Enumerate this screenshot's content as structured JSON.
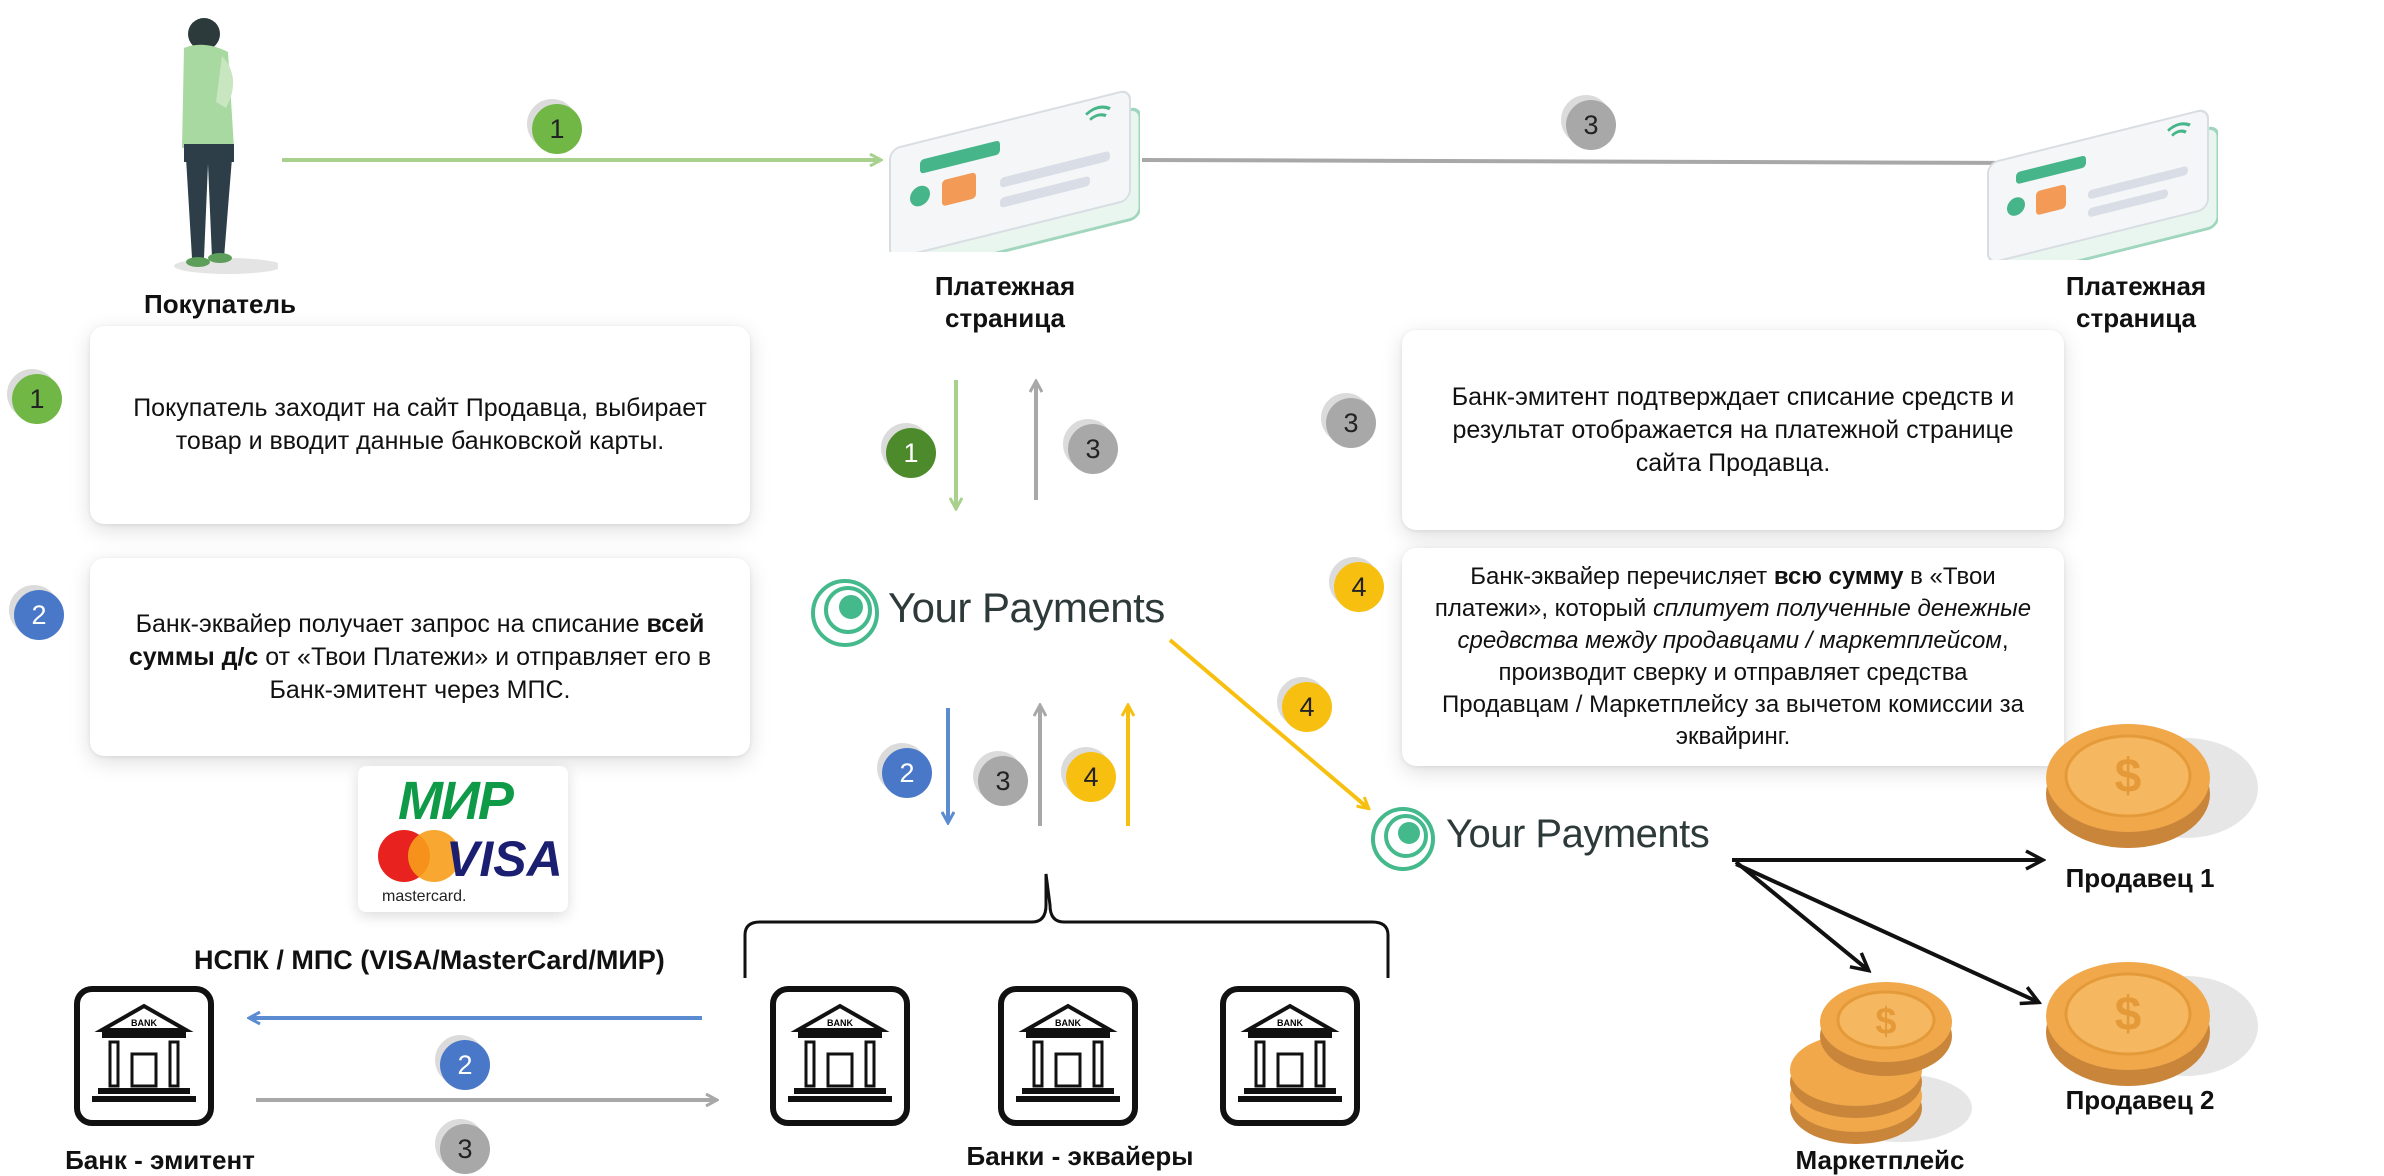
{
  "colors": {
    "green": "#70b745",
    "dark_green": "#4d8a2c",
    "blue": "#4a78c8",
    "gray": "#a8a8a8",
    "yellow": "#f7c010",
    "teal": "#3fae86"
  },
  "actors": {
    "buyer": "Покупатель",
    "payment_page_1": "Платежная\nстраница",
    "payment_page_2": "Платежная\nстраница",
    "nspk": "НСПК / МПС (VISA/MasterCard/МИР)",
    "issuer_bank": "Банк - эмитент",
    "acquirer_banks": "Банки - эквайеры",
    "seller_1": "Продавец 1",
    "seller_2": "Продавец 2",
    "marketplace": "Маркетплейс",
    "bank_icon_text": "BANK"
  },
  "logos": {
    "your_payments": "Your Payments",
    "mir": "МИР",
    "visa": "VISA",
    "mastercard": "mastercard."
  },
  "steps": {
    "s1": "1",
    "s2": "2",
    "s3": "3",
    "s4": "4"
  },
  "cards": {
    "step1": "Покупатель заходит на сайт Продавца, выбирает товар и вводит данные банковской карты.",
    "step2_pre": "Банк-эквайер получает запрос на списание ",
    "step2_bold": "всей суммы д/с",
    "step2_post": " от «Твои Платежи» и отправляет его в Банк-эмитент через МПС.",
    "step3": "Банк-эмитент подтверждает списание средств и результат отображается на платежной странице сайта Продавца.",
    "step4_a": "Банк-эквайер перечисляет ",
    "step4_b": "всю сумму",
    "step4_c": " в «Твои платежи», который ",
    "step4_d": "сплитует полученные денежные средвства между продавцами / маркетплейсом",
    "step4_e": ", производит сверку и отправляет средства Продавцам / Маркетплейсу за вычетом комиссии за эквайринг."
  }
}
